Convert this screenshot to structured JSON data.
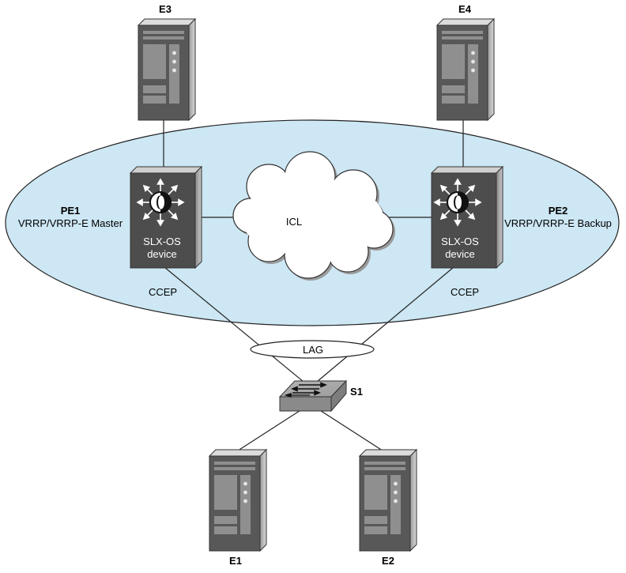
{
  "servers": {
    "e3": "E3",
    "e4": "E4",
    "e1": "E1",
    "e2": "E2"
  },
  "pe1": {
    "name": "PE1",
    "role": "VRRP/VRRP-E Master",
    "device_line1": "SLX-OS",
    "device_line2": "device"
  },
  "pe2": {
    "name": "PE2",
    "role": "VRRP/VRRP-E Backup",
    "device_line1": "SLX-OS",
    "device_line2": "device"
  },
  "icl": "ICL",
  "ccep_left": "CCEP",
  "ccep_right": "CCEP",
  "lag": "LAG",
  "switch": "S1",
  "colors": {
    "ellipse_fill": "#cde7f4",
    "device_front": "#4e4e4e",
    "server_front": "#575757"
  }
}
